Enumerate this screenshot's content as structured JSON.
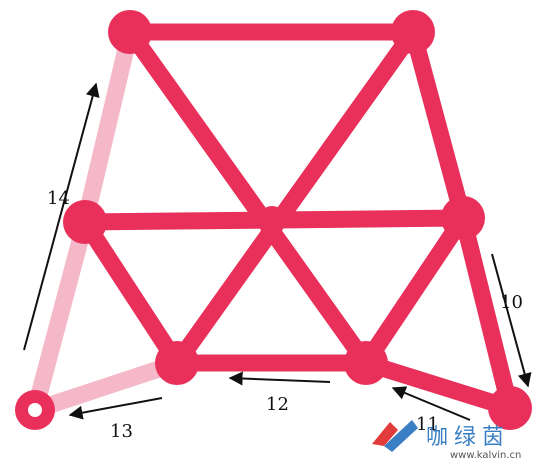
{
  "puzzle": {
    "colors": {
      "drawn": "#e8305a",
      "undrawn": "#f4b8c8",
      "arrow": "#111111",
      "start_ring_inner": "#ffffff"
    },
    "step_labels": {
      "s10": "10",
      "s11": "11",
      "s12": "12",
      "s13": "13",
      "s14": "14"
    }
  },
  "watermark": {
    "text": "咖绿茵",
    "url": "www.kalvin.cn",
    "logo_colors": [
      "#e23b3b",
      "#3a7fc4"
    ]
  }
}
